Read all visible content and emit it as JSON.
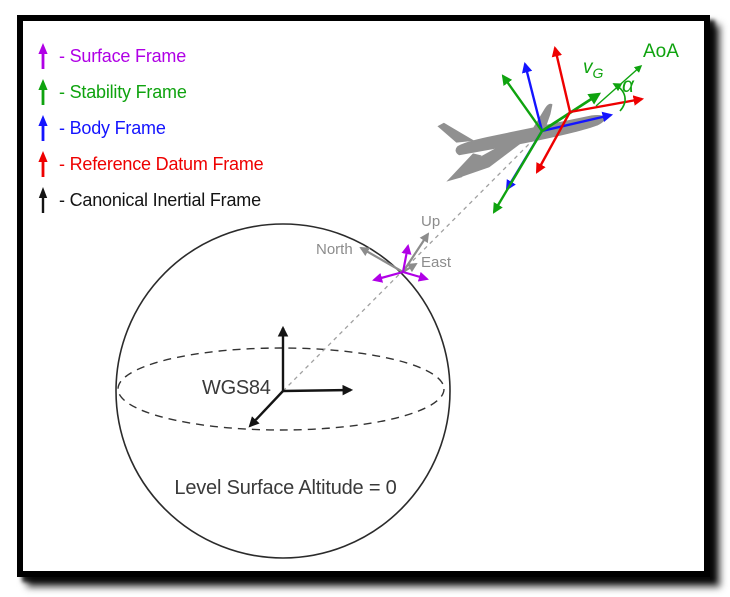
{
  "legend": {
    "items": [
      {
        "label": "- Surface Frame",
        "color": "#B000E6"
      },
      {
        "label": "- Stability Frame",
        "color": "#0FA30F"
      },
      {
        "label": "- Body Frame",
        "color": "#1414FF"
      },
      {
        "label": "- Reference Datum Frame",
        "color": "#EE0000"
      },
      {
        "label": "- Canonical Inertial Frame",
        "color": "#141414"
      }
    ]
  },
  "sphere": {
    "center_label": "WGS84",
    "surface_label": "Level Surface Altitude = 0"
  },
  "surface_frame": {
    "up_label": "Up",
    "north_label": "North",
    "east_label": "East",
    "axis_color": "#B000E6",
    "local_color": "#8C8C8C"
  },
  "aircraft": {
    "aoa_label": "AoA",
    "alpha_label": "α",
    "velocity_label": {
      "base": "v",
      "sub": "G"
    },
    "body_color": "#1414FF",
    "stability_color": "#0FA30F",
    "reference_color": "#EE0000",
    "silhouette_color": "#909090"
  }
}
